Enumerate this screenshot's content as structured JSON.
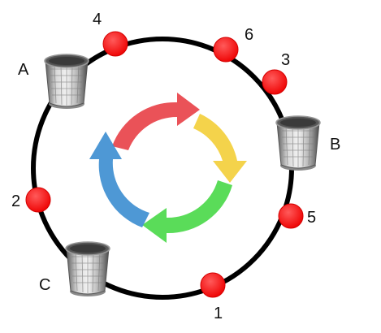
{
  "colors": {
    "ring": "#000000",
    "node_fill": "#ff1010",
    "node_stroke": "#d40000",
    "arrow_red": "#e8434a",
    "arrow_yellow": "#f3cf3c",
    "arrow_green": "#4cd94b",
    "arrow_blue": "#3f8fd1",
    "bin_light": "#e6e6e6",
    "bin_mid": "#9a9a9a",
    "bin_dark": "#4a4a4a"
  },
  "nodes": [
    {
      "label": "4"
    },
    {
      "label": "6"
    },
    {
      "label": "3"
    },
    {
      "label": "5"
    },
    {
      "label": "1"
    },
    {
      "label": "2"
    }
  ],
  "bins": [
    {
      "label": "A",
      "icon": "trash-can-icon"
    },
    {
      "label": "B",
      "icon": "trash-can-icon"
    },
    {
      "label": "C",
      "icon": "trash-can-icon"
    }
  ],
  "center_icon": "cycle-arrows-icon"
}
